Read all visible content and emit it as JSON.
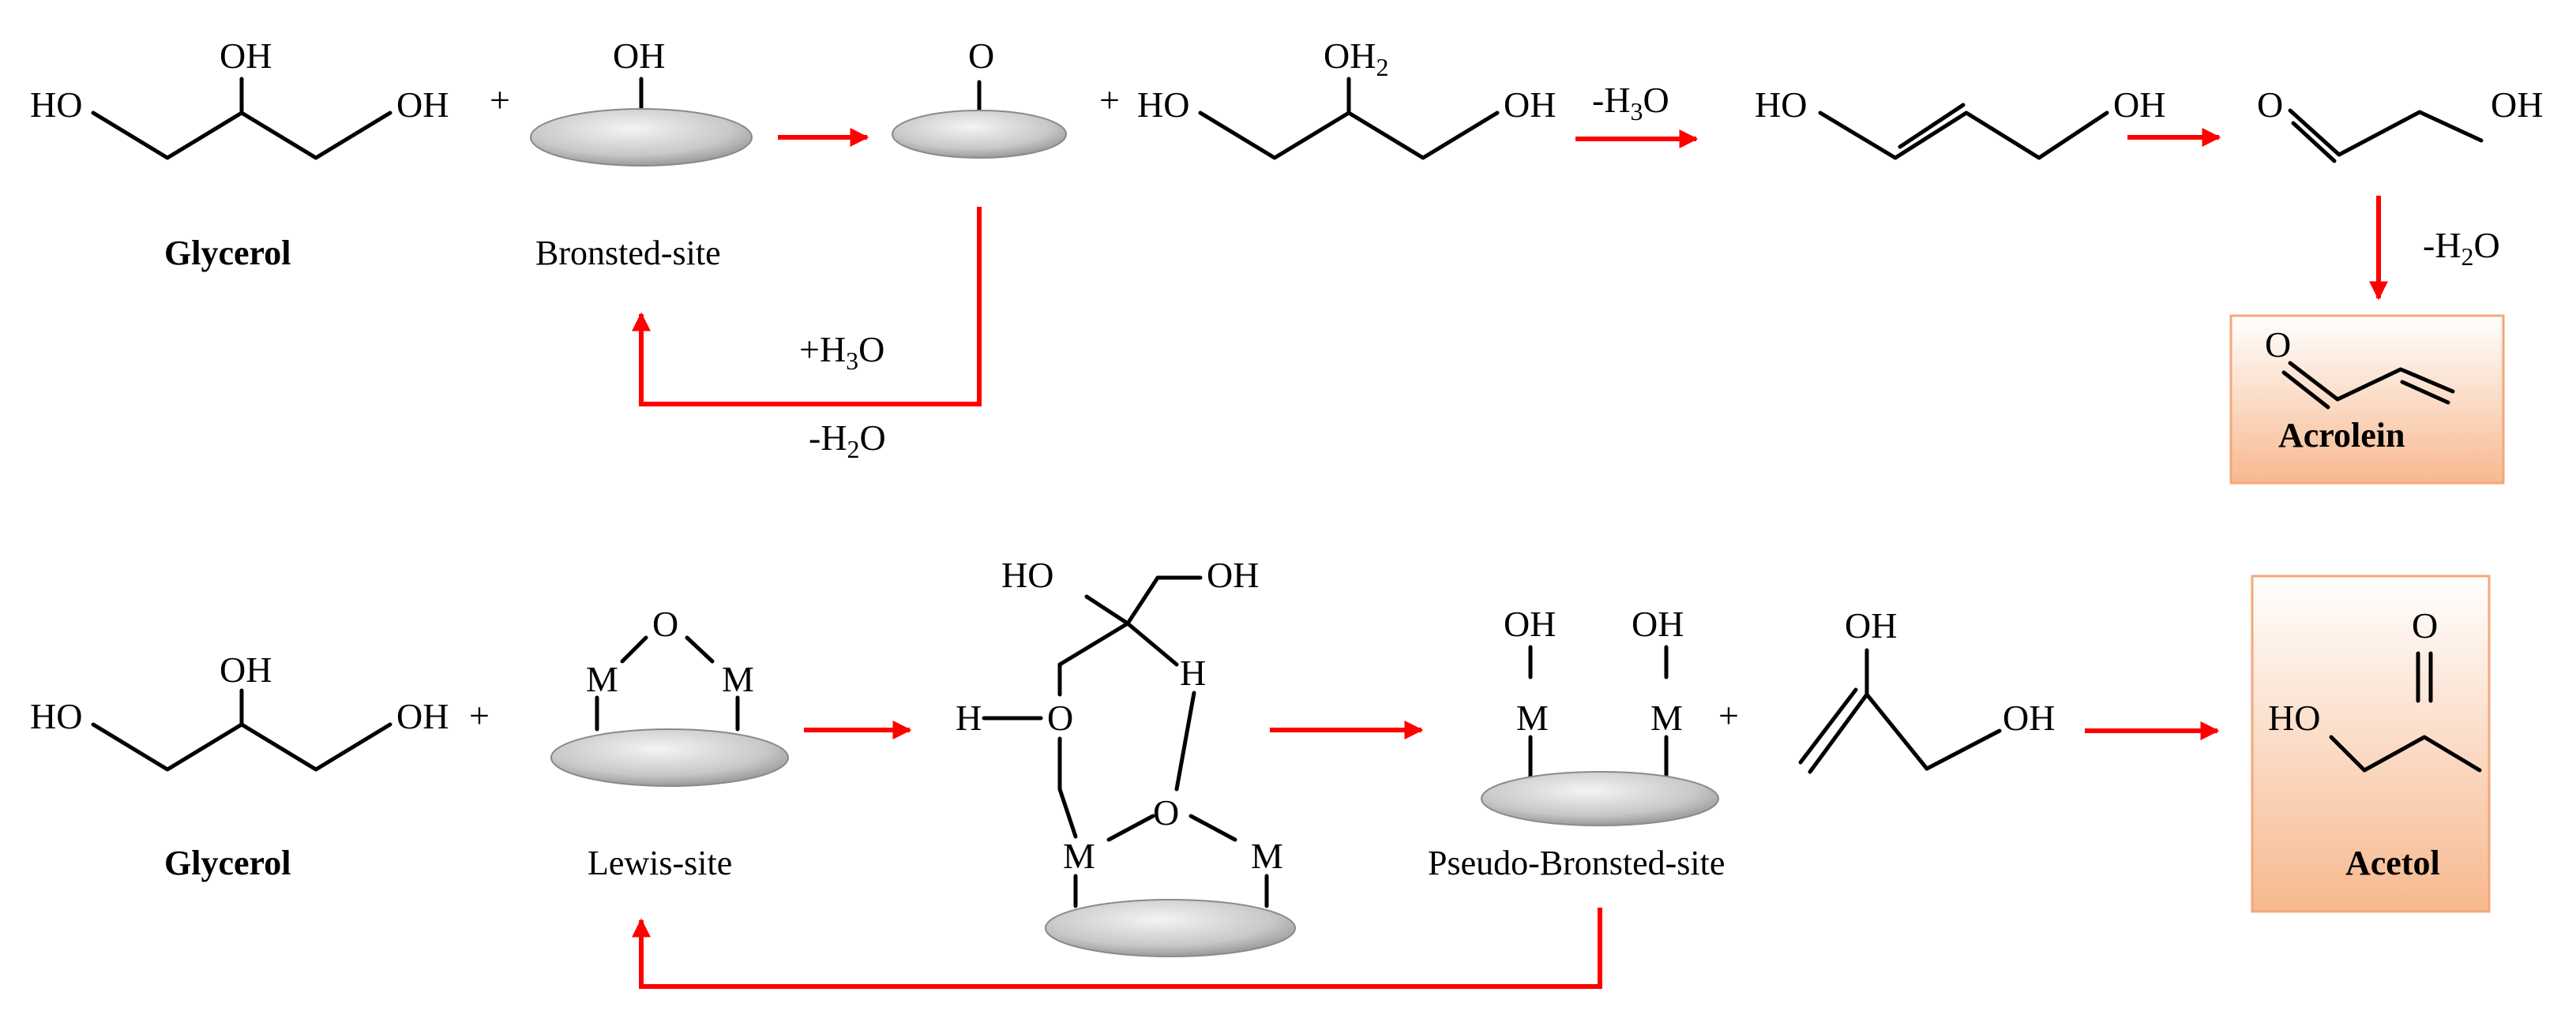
{
  "atoms": {
    "OH": "OH",
    "HO": "HO",
    "O": "O",
    "H": "H",
    "M": "M",
    "OH2_main": "OH",
    "OH2_sub": "2"
  },
  "operators": {
    "plus": "+"
  },
  "labels": {
    "glycerol": "Glycerol",
    "bronsted_site": "Bronsted-site",
    "lewis_site": "Lewis-site",
    "pseudo_bronsted_site": "Pseudo-Bronsted-site",
    "acrolein": "Acrolein",
    "acetol": "Acetol"
  },
  "conditions": {
    "minus_h3o": {
      "pre": "-H",
      "sub": "3",
      "post": "O"
    },
    "minus_h2o": {
      "pre": "-H",
      "sub": "2",
      "post": "O"
    },
    "plus_h3o": {
      "pre": "+H",
      "sub": "3",
      "post": "O"
    }
  },
  "colors": {
    "arrow": "#ff0000",
    "product_box_top": "#ffffff",
    "product_box_bottom": "#f7b98f",
    "product_box_border": "#f4a77a",
    "surface_light": "#f2f2f2",
    "surface_dark": "#9a9a9a"
  }
}
